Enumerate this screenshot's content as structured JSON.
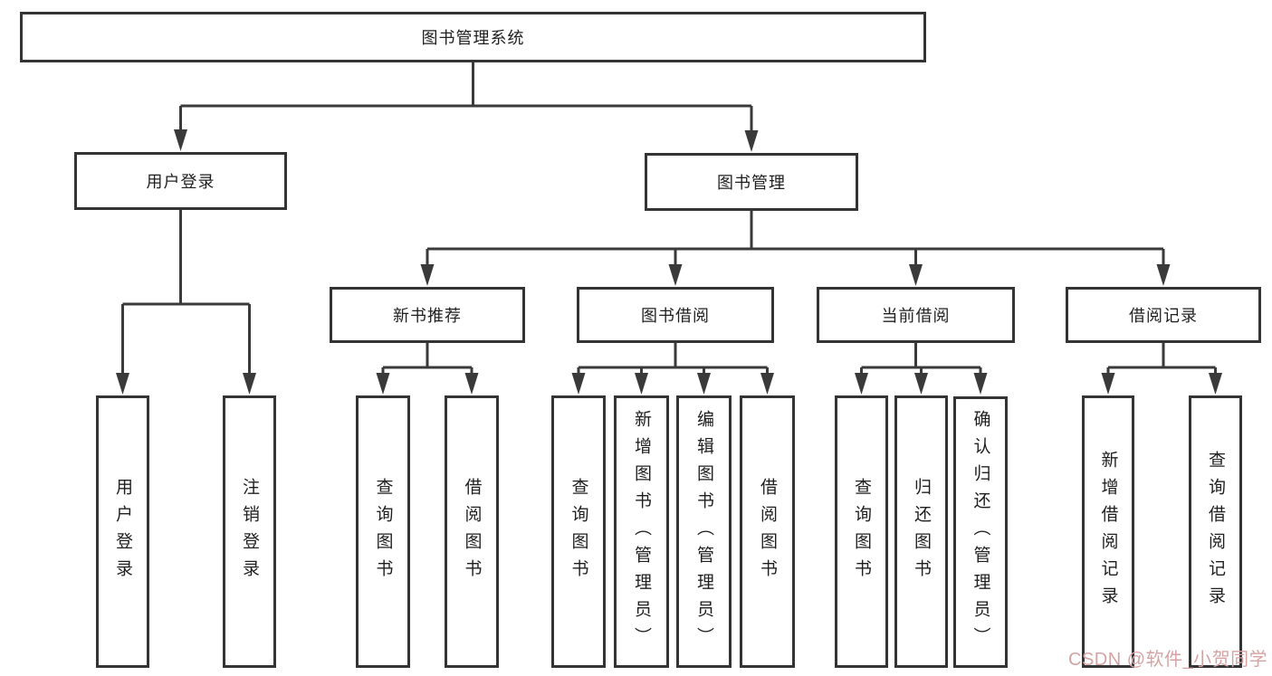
{
  "colors": {
    "line": "#3a3a3a",
    "box_border": "#343434",
    "box_background": "#ffffff",
    "text": "#1f1f1f",
    "watermark": "#d6a3a3"
  },
  "watermark": "CSDN @软件_小贺同学",
  "tree": {
    "label": "图书管理系统",
    "children": [
      {
        "label": "用户登录",
        "children": [
          {
            "label": "用户登录"
          },
          {
            "label": "注销登录"
          }
        ]
      },
      {
        "label": "图书管理",
        "children": [
          {
            "label": "新书推荐",
            "children": [
              {
                "label": "查询图书"
              },
              {
                "label": "借阅图书"
              }
            ]
          },
          {
            "label": "图书借阅",
            "children": [
              {
                "label": "查询图书"
              },
              {
                "label": "新增图书（管理员）"
              },
              {
                "label": "编辑图书（管理员）"
              },
              {
                "label": "借阅图书"
              }
            ]
          },
          {
            "label": "当前借阅",
            "children": [
              {
                "label": "查询图书"
              },
              {
                "label": "归还图书"
              },
              {
                "label": "确认归还（管理员）"
              }
            ]
          },
          {
            "label": "借阅记录",
            "children": [
              {
                "label": "新增借阅记录"
              },
              {
                "label": "查询借阅记录"
              }
            ]
          }
        ]
      }
    ]
  }
}
